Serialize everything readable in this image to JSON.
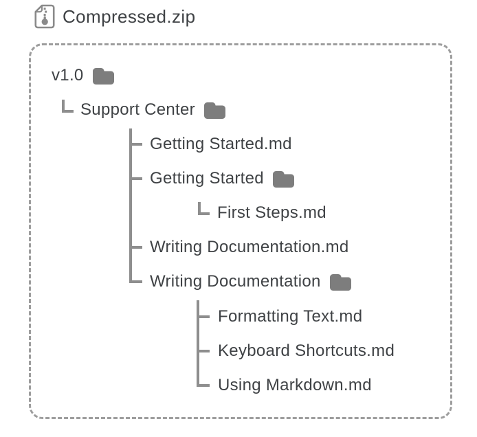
{
  "header": {
    "title": "Compressed.zip",
    "icon": "zip-file-icon"
  },
  "tree": {
    "items": [
      {
        "label": "v1.0",
        "type": "folder",
        "level": 0
      },
      {
        "label": "Support Center",
        "type": "folder",
        "level": 1
      },
      {
        "label": "Getting Started.md",
        "type": "file",
        "level": 2
      },
      {
        "label": "Getting Started",
        "type": "folder",
        "level": 2
      },
      {
        "label": "First Steps.md",
        "type": "file",
        "level": 3
      },
      {
        "label": "Writing Documentation.md",
        "type": "file",
        "level": 2
      },
      {
        "label": "Writing Documentation",
        "type": "folder",
        "level": 2
      },
      {
        "label": "Formatting Text.md",
        "type": "file",
        "level": 3
      },
      {
        "label": "Keyboard Shortcuts.md",
        "type": "file",
        "level": 3
      },
      {
        "label": "Using Markdown.md",
        "type": "file",
        "level": 3
      }
    ]
  },
  "colors": {
    "text": "#3f4245",
    "connector": "#8e8e8e",
    "folder_icon": "#7d7d7d",
    "dashed_border": "#9d9d9d",
    "background": "#ffffff"
  }
}
